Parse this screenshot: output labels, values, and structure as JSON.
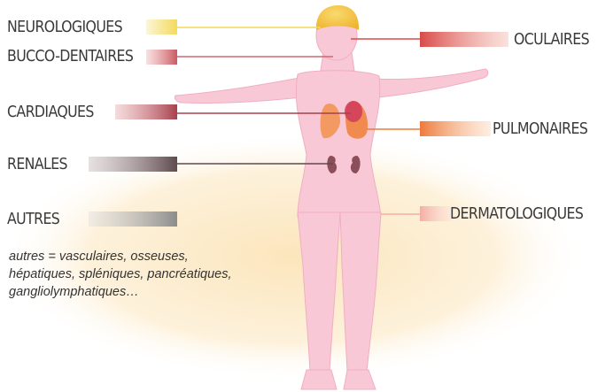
{
  "legend": {
    "neuro": {
      "label": "NEUROLOGIQUES",
      "color": "#f3da5e"
    },
    "bucco": {
      "label": "BUCCO-DENTAIRES",
      "color": "#d9767a"
    },
    "cardio": {
      "label": "CARDIAQUES",
      "color": "#b9525a"
    },
    "renal": {
      "label": "RENALES",
      "color": "#6f5c60"
    },
    "autres": {
      "label": "AUTRES",
      "color": "#9c9c9c"
    },
    "oculaires": {
      "label": "OCULAIRES",
      "color": "#e05f5a"
    },
    "pulmo": {
      "label": "PULMONAIRES",
      "color": "#f08b4f"
    },
    "dermato": {
      "label": "DERMATOLOGIQUES",
      "color": "#f6b7ad"
    }
  },
  "note": {
    "line1": "autres = vasculaires, osseuses,",
    "line2": "hépatiques, spléniques, pancréatiques,",
    "line3": "ganglio­lymphatiques…"
  },
  "colors": {
    "body": "#f9c6d4",
    "halo": "#fbe3b5",
    "head": "#f5c544",
    "lungs": "#f2925c",
    "heart": "#d2385f",
    "kidneys": "#8a4f58"
  }
}
